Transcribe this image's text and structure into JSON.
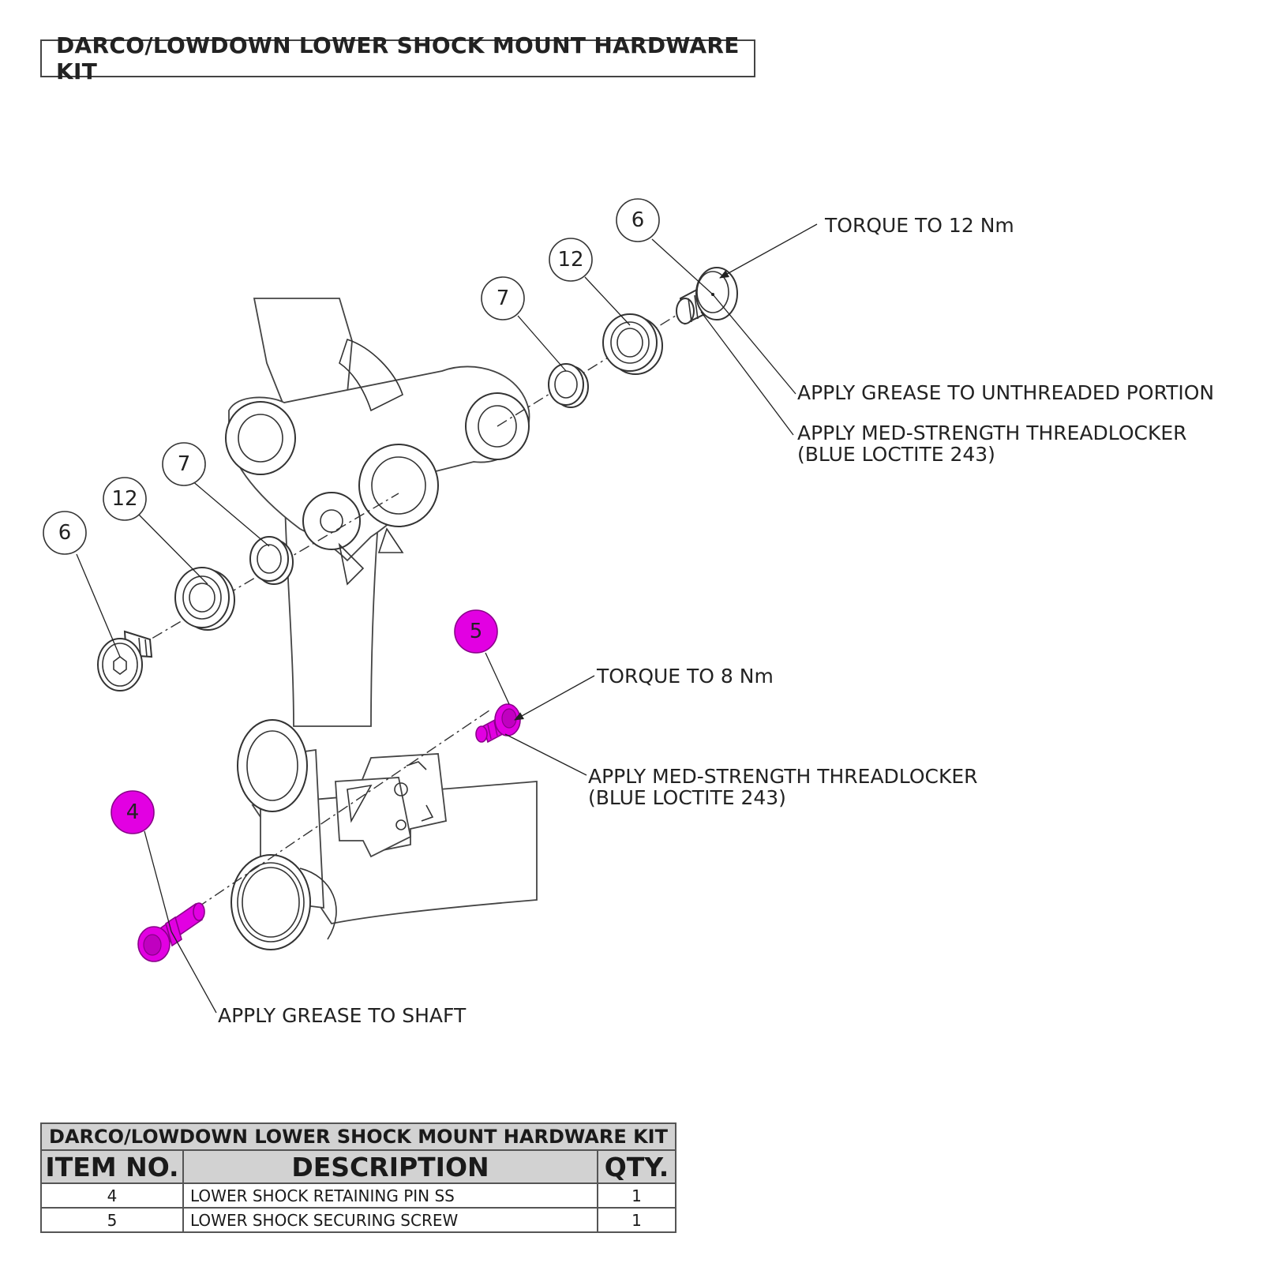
{
  "title": "DARCO/LOWDOWN LOWER SHOCK MOUNT HARDWARE KIT",
  "colors": {
    "highlight": "#e200e2",
    "line": "#333333",
    "table_header_bg": "#d2d2d2"
  },
  "bubbles": {
    "top_6": "6",
    "top_12": "12",
    "top_7": "7",
    "left_7": "7",
    "left_12": "12",
    "left_6": "6",
    "item_5": "5",
    "item_4": "4"
  },
  "callouts": {
    "torque_12": "TORQUE TO 12 Nm",
    "grease_unthreaded": "APPLY GREASE TO UNTHREADED PORTION",
    "threadlocker_top_1": "APPLY MED-STRENGTH THREADLOCKER",
    "threadlocker_top_2": "(BLUE LOCTITE 243)",
    "torque_8": "TORQUE TO 8 Nm",
    "threadlocker_mid_1": "APPLY MED-STRENGTH THREADLOCKER",
    "threadlocker_mid_2": "(BLUE LOCTITE 243)",
    "grease_shaft": "APPLY GREASE TO SHAFT"
  },
  "bom": {
    "title": "DARCO/LOWDOWN LOWER SHOCK MOUNT HARDWARE KIT",
    "headers": {
      "item": "ITEM NO.",
      "description": "DESCRIPTION",
      "qty": "QTY."
    },
    "rows": [
      {
        "item": "4",
        "description": "LOWER SHOCK RETAINING PIN SS",
        "qty": "1"
      },
      {
        "item": "5",
        "description": "LOWER SHOCK SECURING SCREW",
        "qty": "1"
      }
    ]
  }
}
